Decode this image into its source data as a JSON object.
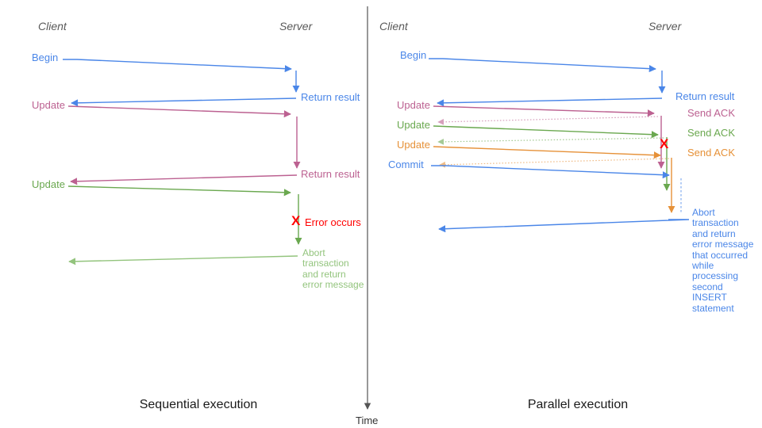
{
  "colors": {
    "blue": "#4a86e8",
    "pink": "#bc6191",
    "green": "#6aa84f",
    "light_green": "#93c47d",
    "orange": "#e69138",
    "red": "#ff0000",
    "header_gray": "#595959",
    "axis_gray": "#555555"
  },
  "time_axis": {
    "label": "Time"
  },
  "left_panel": {
    "title": "Sequential execution",
    "client_header": "Client",
    "server_header": "Server",
    "labels": {
      "begin": "Begin",
      "return_result_1": "Return result",
      "update_1": "Update",
      "return_result_2": "Return result",
      "update_2": "Update",
      "error_x": "X",
      "error_occurs": "Error occurs",
      "abort_message": "Abort\ntransaction\nand return\nerror message"
    }
  },
  "right_panel": {
    "title": "Parallel execution",
    "client_header": "Client",
    "server_header": "Server",
    "labels": {
      "begin": "Begin",
      "return_result": "Return result",
      "update_1": "Update",
      "send_ack_1": "Send ACK",
      "update_2": "Update",
      "send_ack_2": "Send ACK",
      "update_3": "Update",
      "send_ack_3": "Send ACK",
      "commit": "Commit",
      "error_x": "X",
      "abort_message": "Abort\ntransaction\nand return\nerror message\nthat occurred\nwhile\nprocessing\nsecond\nINSERT\nstatement"
    }
  }
}
